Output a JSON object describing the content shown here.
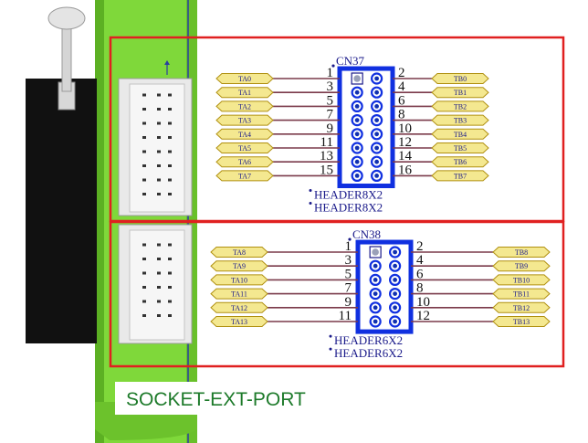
{
  "top": {
    "connector": "CN37",
    "header_labels": [
      "HEADER8X2",
      "HEADER8X2"
    ],
    "left_nets": [
      "TA0",
      "TA1",
      "TA2",
      "TA3",
      "TA4",
      "TA5",
      "TA6",
      "TA7"
    ],
    "right_nets": [
      "TB0",
      "TB1",
      "TB2",
      "TB3",
      "TB4",
      "TB5",
      "TB6",
      "TB7"
    ],
    "left_pins": [
      "1",
      "3",
      "5",
      "7",
      "9",
      "11",
      "13",
      "15"
    ],
    "right_pins": [
      "2",
      "4",
      "6",
      "8",
      "10",
      "12",
      "14",
      "16"
    ]
  },
  "bottom": {
    "connector": "CN38",
    "header_labels": [
      "HEADER6X2",
      "HEADER6X2"
    ],
    "left_nets": [
      "TA8",
      "TA9",
      "TA10",
      "TA11",
      "TA12",
      "TA13"
    ],
    "right_nets": [
      "TB8",
      "TB9",
      "TB10",
      "TB11",
      "TB12",
      "TB13"
    ],
    "left_pins": [
      "1",
      "3",
      "5",
      "7",
      "9",
      "11"
    ],
    "right_pins": [
      "2",
      "4",
      "6",
      "8",
      "10",
      "12"
    ]
  },
  "socket_label": "SOCKET-EXT-PORT",
  "colors": {
    "board_green": "#7fd83a",
    "highlight_red": "#e02020",
    "header_blue": "#1030e0",
    "wire": "#7a3a4a",
    "net_fill": "#f4e890",
    "net_stroke": "#b09010",
    "socket_text": "#1d7a2a"
  }
}
